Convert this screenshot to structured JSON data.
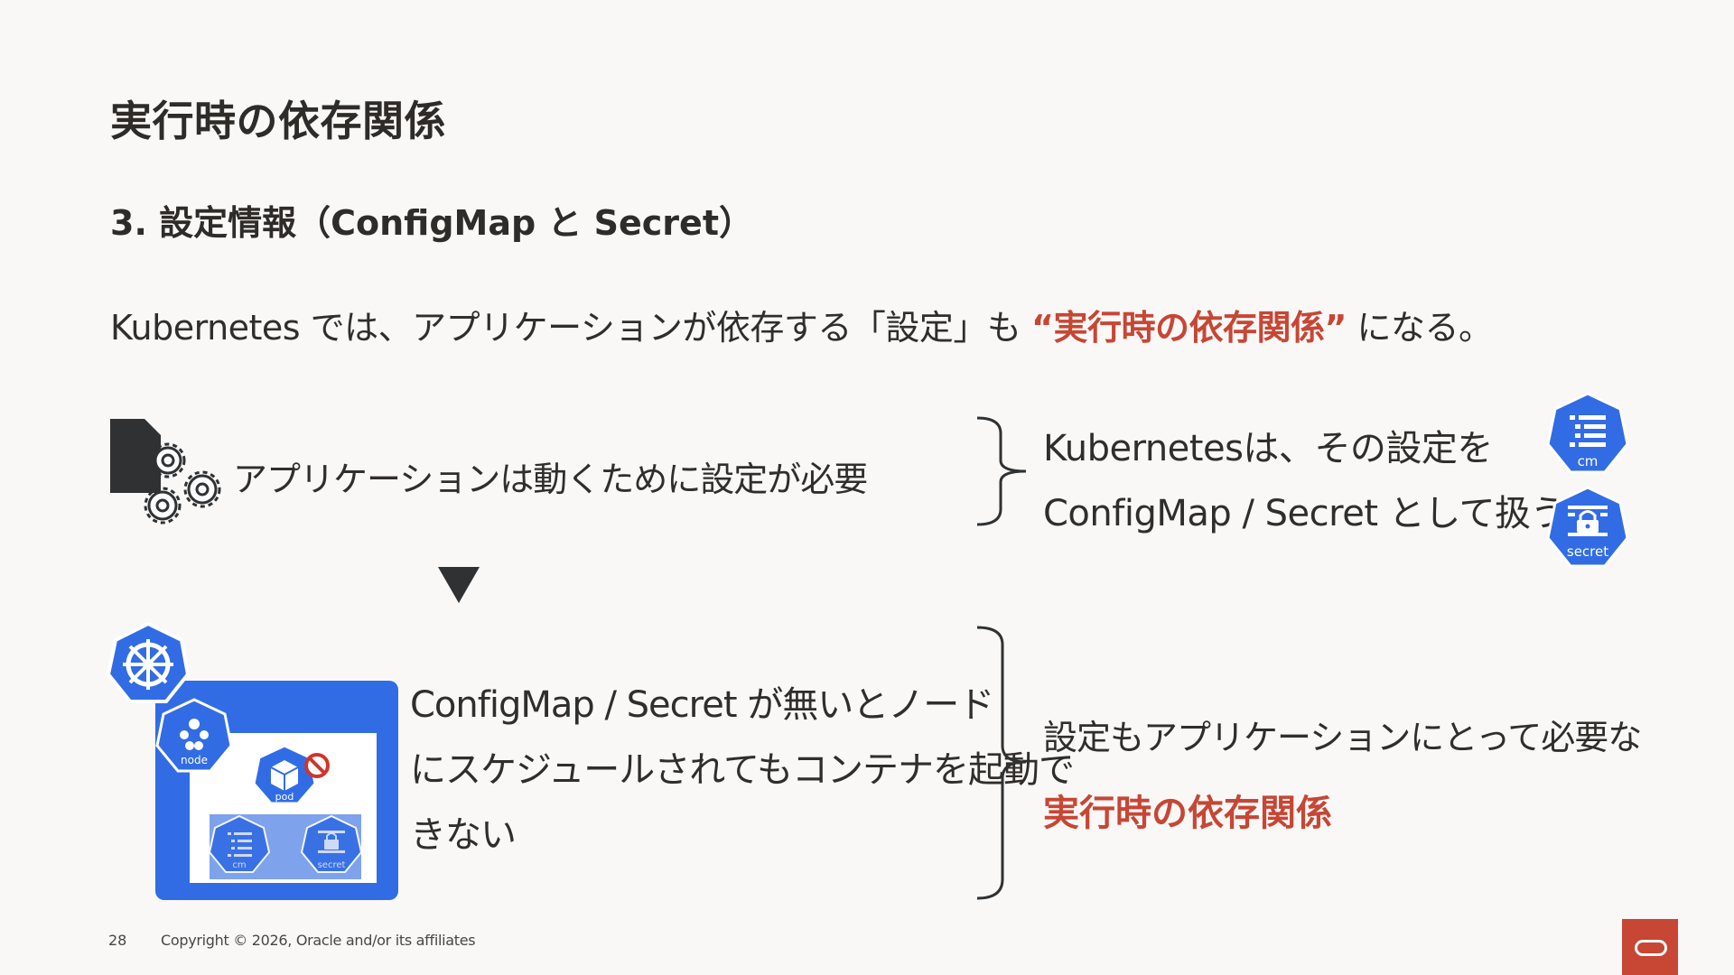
{
  "slide": {
    "title": "実行時の依存関係",
    "subtitle": "3. 設定情報（ConfigMap と Secret）",
    "intro": {
      "before": "Kubernetes では、アプリケーションが依存する「設定」も ",
      "emphasis": "“実行時の依存関係”",
      "after": " になる。"
    },
    "app_needs_config": "アプリケーションは動くために設定が必要",
    "k8s_handles": {
      "line1": "Kubernetesは、その設定を",
      "line2": "ConfigMap / Secret として扱う"
    },
    "no_config": {
      "line1": "ConfigMap / Secret が無いとノード",
      "line2": "にスケジュールされてもコンテナを起動で",
      "line3": "きない"
    },
    "conclusion": {
      "line1": "設定もアプリケーションにとって必要な",
      "emphasis": "実行時の依存関係"
    },
    "icon_labels": {
      "cm": "cm",
      "secret": "secret",
      "node": "node",
      "pod": "pod"
    }
  },
  "footer": {
    "page_number": "28",
    "copyright": "Copyright © 2026, Oracle and/or its affiliates"
  },
  "colors": {
    "accent_red": "#c74634",
    "k8s_blue": "#326ce5",
    "text_dark": "#312d2a",
    "background": "#f9f8f7"
  },
  "icons": [
    "document-gears-icon",
    "arrow-down-icon",
    "kubernetes-helm-icon",
    "node-icon",
    "pod-icon",
    "no-entry-icon",
    "configmap-icon",
    "secret-icon",
    "brace-icon",
    "oracle-logo"
  ]
}
